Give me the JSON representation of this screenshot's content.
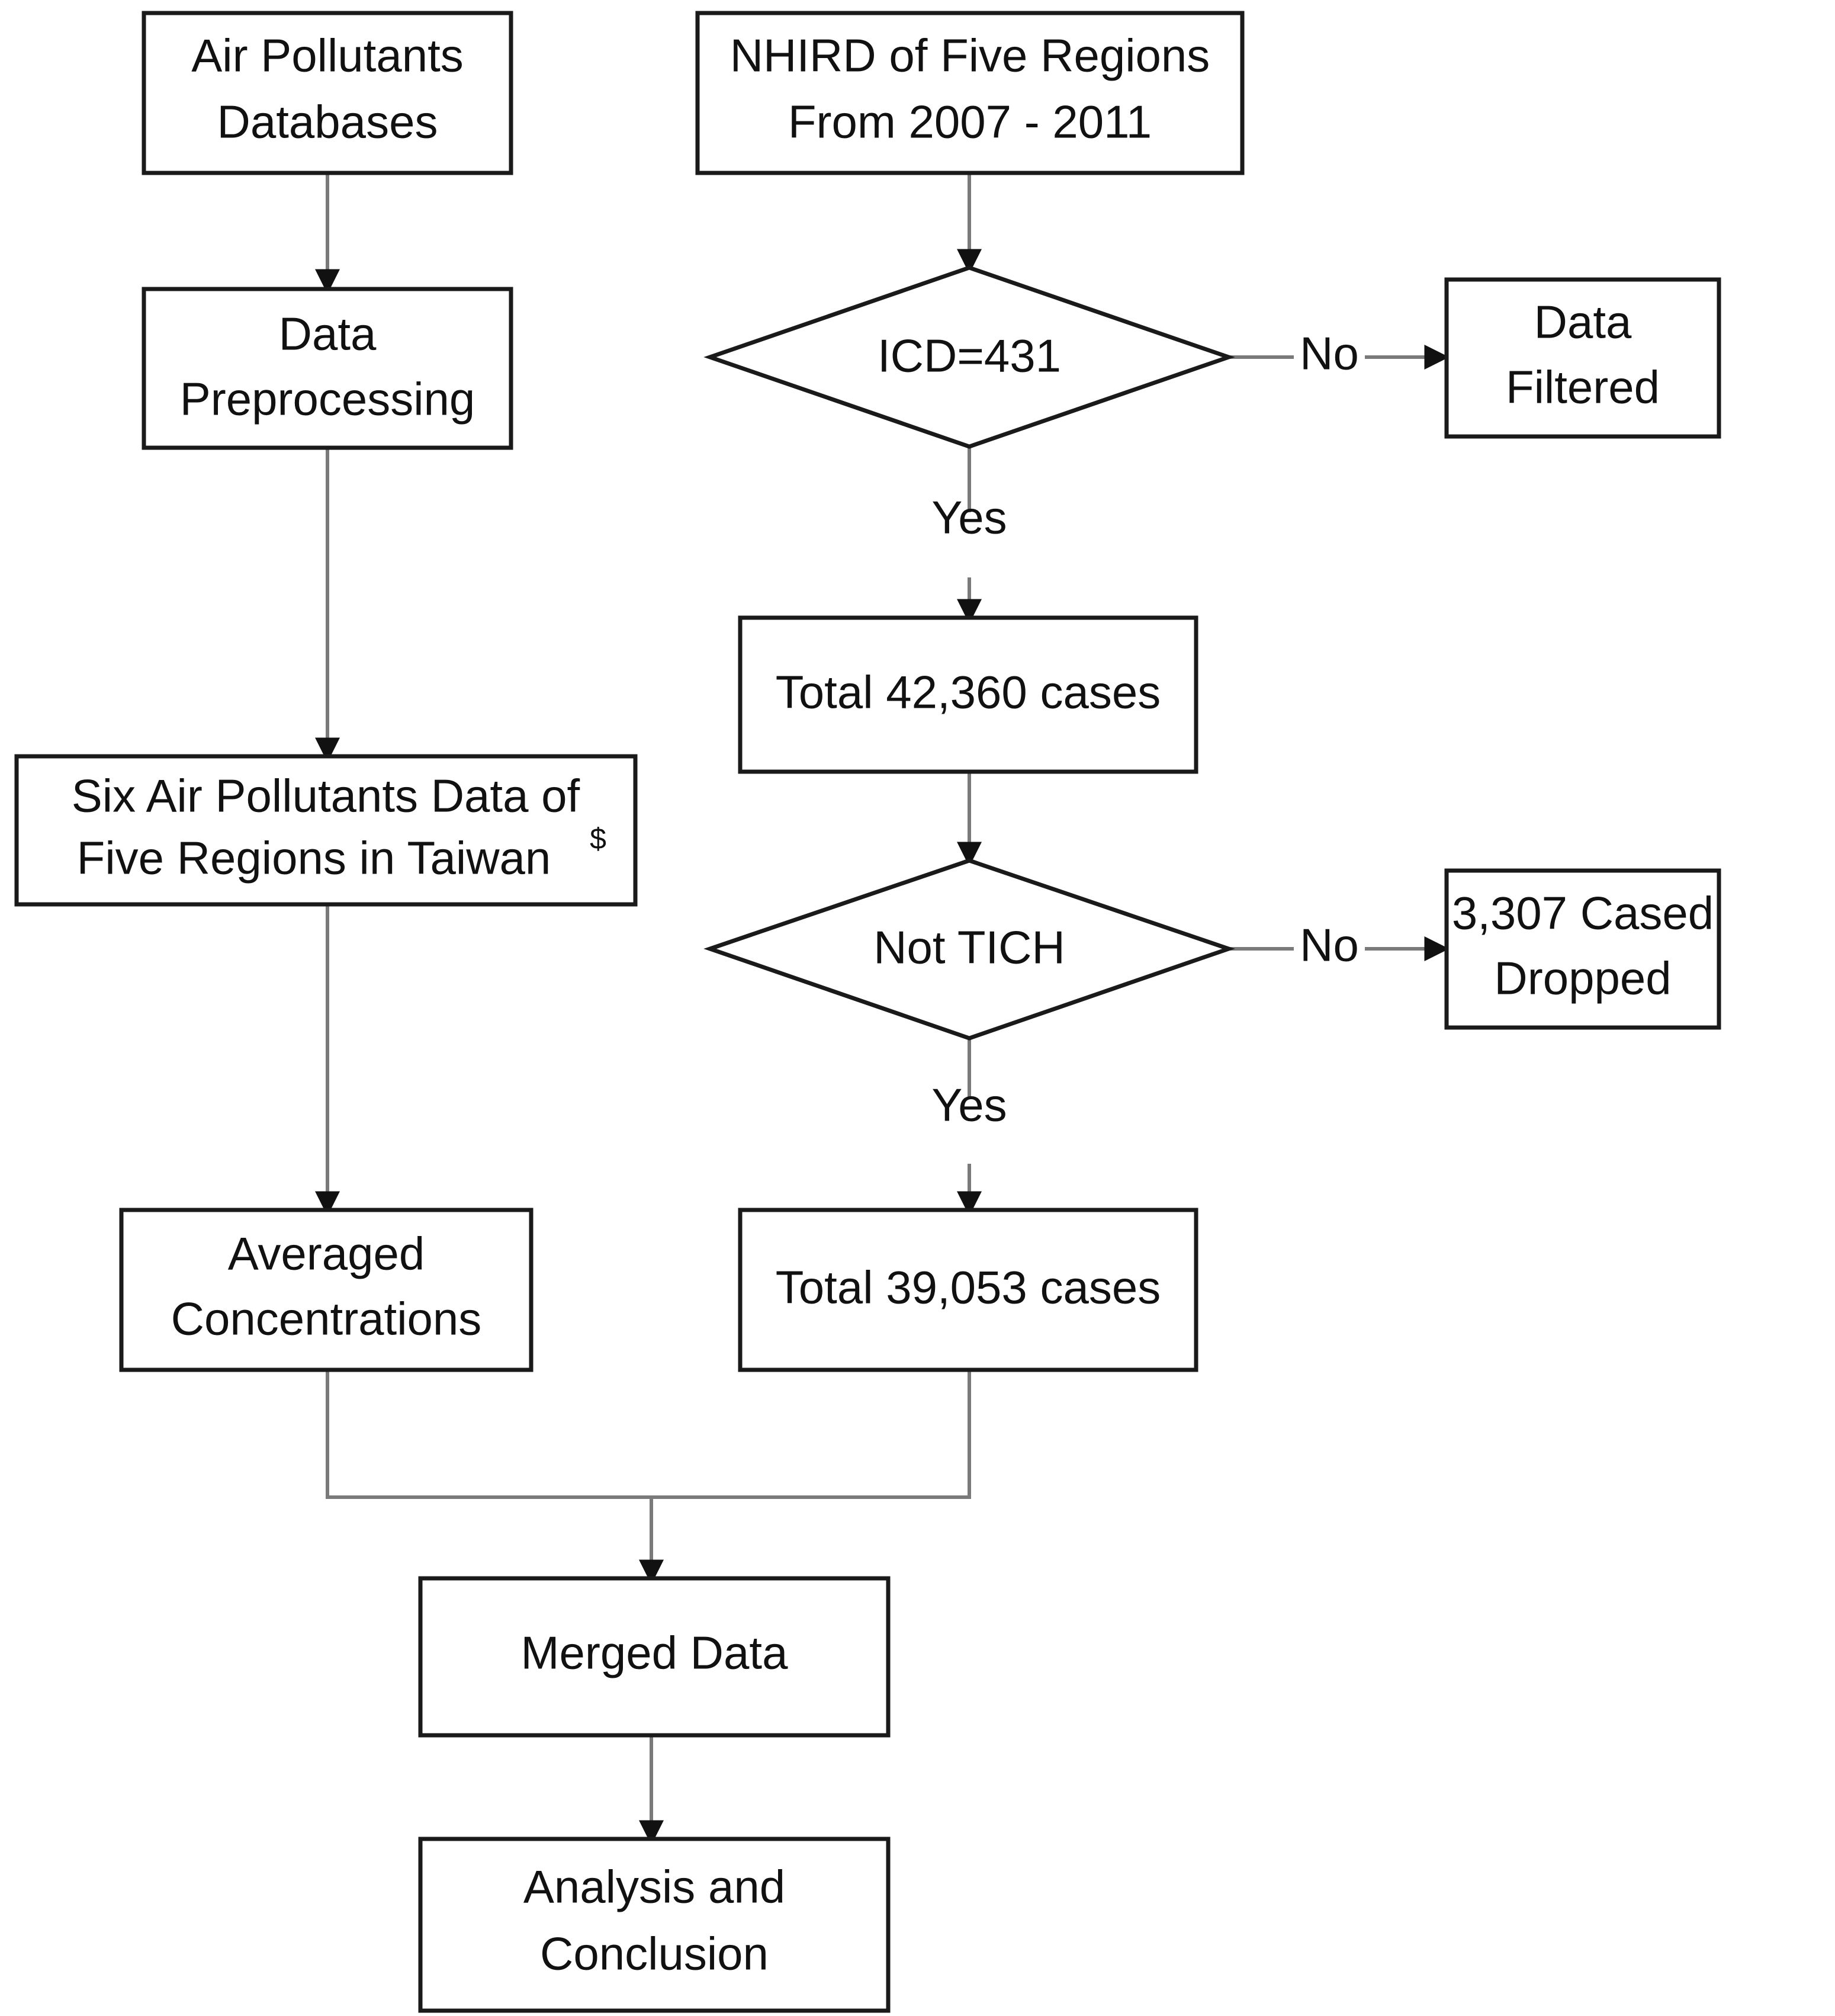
{
  "diagram": {
    "type": "flowchart",
    "title": "Study data processing flowchart",
    "colors": {
      "node_stroke": "#1a1a1a",
      "node_fill": "#ffffff",
      "connector": "#7a7a7a",
      "text": "#111111",
      "background": "#ffffff"
    },
    "nodes": [
      {
        "id": "air-pollutants-databases",
        "shape": "rectangle",
        "lines": [
          "Air Pollutants",
          "Databases"
        ]
      },
      {
        "id": "nhird-five-regions",
        "shape": "rectangle",
        "lines": [
          "NHIRD of Five Regions",
          "From 2007 - 2011"
        ]
      },
      {
        "id": "data-preprocessing",
        "shape": "rectangle",
        "lines": [
          "Data",
          "Preprocessing"
        ]
      },
      {
        "id": "icd-431-decision",
        "shape": "diamond",
        "lines": [
          "ICD=431"
        ]
      },
      {
        "id": "data-filtered",
        "shape": "rectangle",
        "lines": [
          "Data",
          "Filtered"
        ]
      },
      {
        "id": "total-42360-cases",
        "shape": "rectangle",
        "lines": [
          "Total 42,360 cases"
        ]
      },
      {
        "id": "six-air-pollutants-data",
        "shape": "rectangle",
        "lines": [
          "Six Air Pollutants Data of",
          "Five Regions in Taiwan"
        ],
        "superscript": "$"
      },
      {
        "id": "not-tich-decision",
        "shape": "diamond",
        "lines": [
          "Not TICH"
        ]
      },
      {
        "id": "cases-dropped",
        "shape": "rectangle",
        "lines": [
          "3,307 Cased",
          "Dropped"
        ]
      },
      {
        "id": "averaged-concentrations",
        "shape": "rectangle",
        "lines": [
          "Averaged",
          "Concentrations"
        ]
      },
      {
        "id": "total-39053-cases",
        "shape": "rectangle",
        "lines": [
          "Total 39,053 cases"
        ]
      },
      {
        "id": "merged-data",
        "shape": "rectangle",
        "lines": [
          "Merged Data"
        ]
      },
      {
        "id": "analysis-and-conclusion",
        "shape": "rectangle",
        "lines": [
          "Analysis and",
          "Conclusion"
        ]
      }
    ],
    "edge_labels": {
      "icd_no": "No",
      "icd_yes": "Yes",
      "tich_no": "No",
      "tich_yes": "Yes"
    },
    "text": {
      "air_pollutants_l1": "Air Pollutants",
      "air_pollutants_l2": "Databases",
      "nhird_l1": "NHIRD of Five Regions",
      "nhird_l2": "From 2007 - 2011",
      "preprocessing_l1": "Data",
      "preprocessing_l2": "Preprocessing",
      "icd_decision": "ICD=431",
      "data_filtered_l1": "Data",
      "data_filtered_l2": "Filtered",
      "total_42360": "Total 42,360 cases",
      "six_pollutants_l1": "Six Air Pollutants Data of",
      "six_pollutants_l2": "Five Regions in Taiwan",
      "six_pollutants_sup": "$",
      "not_tich": "Not TICH",
      "dropped_l1": "3,307 Cased",
      "dropped_l2": "Dropped",
      "averaged_l1": "Averaged",
      "averaged_l2": "Concentrations",
      "total_39053": "Total 39,053 cases",
      "merged_data": "Merged Data",
      "analysis_l1": "Analysis and",
      "analysis_l2": "Conclusion",
      "label_no_1": "No",
      "label_yes_1": "Yes",
      "label_no_2": "No",
      "label_yes_2": "Yes"
    }
  }
}
